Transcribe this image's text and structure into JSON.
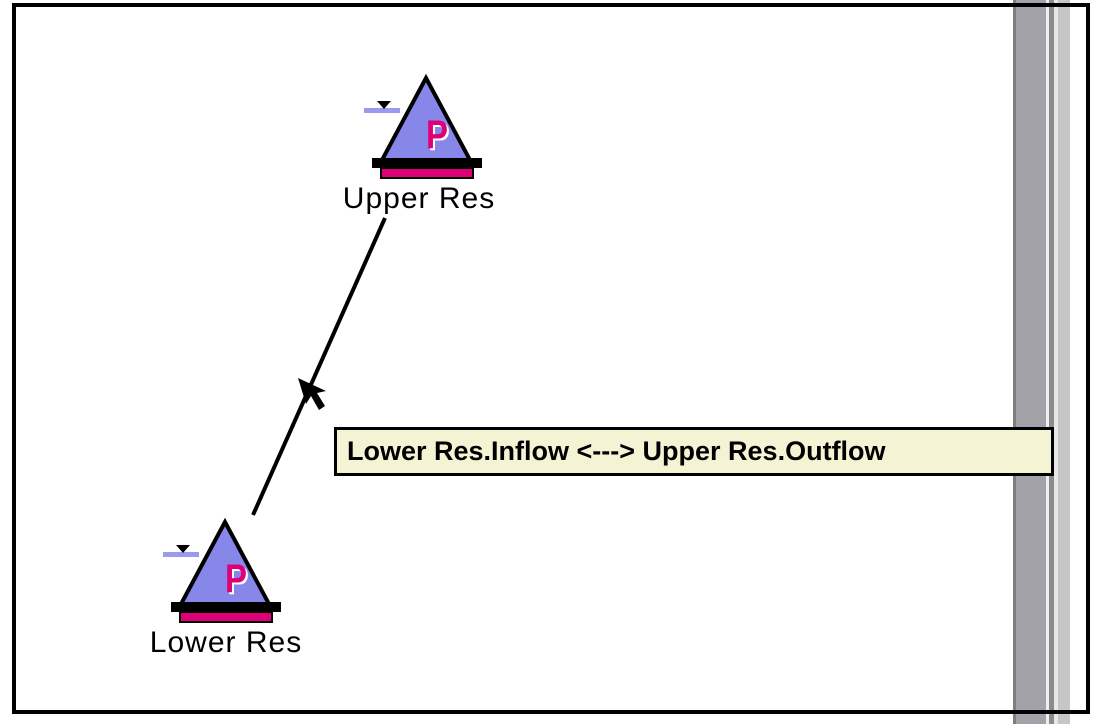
{
  "workspace": {
    "nodes": [
      {
        "name": "Upper Res",
        "badge": "P"
      },
      {
        "name": "Lower Res",
        "badge": "P"
      }
    ],
    "link_tooltip": "Lower Res.Inflow <---> Upper Res.Outflow"
  },
  "colors": {
    "reservoir_fill": "#8787EA",
    "reservoir_accent": "#DD0077",
    "water_line": "#9A9AEF",
    "tooltip_bg": "#F4F4D4",
    "outline": "#000000"
  }
}
